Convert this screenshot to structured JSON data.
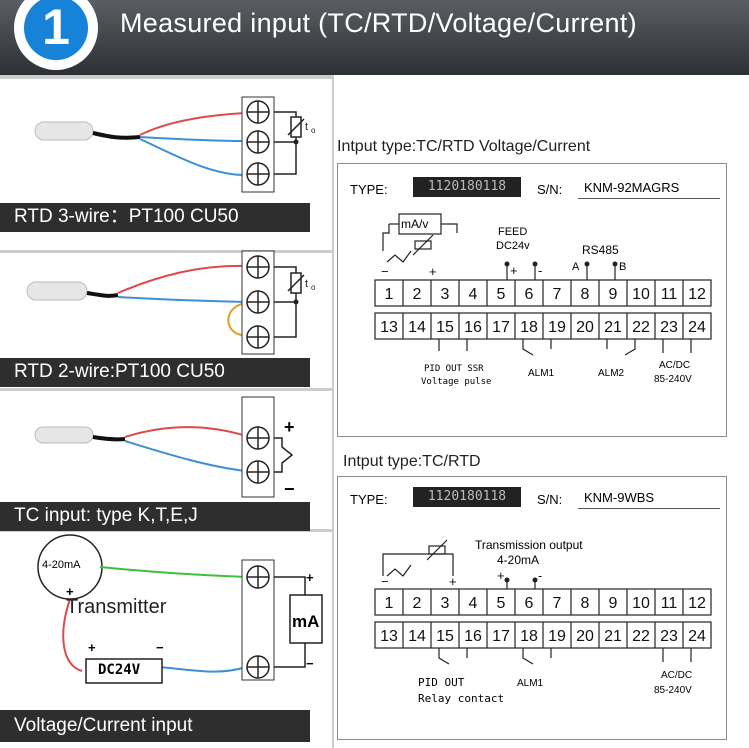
{
  "header": {
    "badge_number": "1",
    "title": "Measured input (TC/RTD/Voltage/Current)"
  },
  "sections": {
    "rtd3": {
      "label": "RTD 3-wire：PT100 CU50",
      "sensor_symbol": "t0"
    },
    "rtd2": {
      "label": "RTD 2-wire:PT100 CU50",
      "sensor_symbol": "t0"
    },
    "tc": {
      "label": "TC input: type K,T,E,J",
      "plus": "+",
      "minus": "−"
    },
    "vc": {
      "label": "Voltage/Current input",
      "loop": "4-20mA",
      "transmitter": "Transmitter",
      "supply": "DC24V",
      "meter": "mA",
      "plus": "+",
      "minus": "−"
    }
  },
  "panel1": {
    "title": "Intput type:TC/RTD Voltage/Current",
    "type_label": "TYPE:",
    "type_value": "1120180118",
    "sn_label": "S/N:",
    "model": "KNM-92MAGRS",
    "ma_v": "mA/v",
    "feed": "FEED",
    "dc24v": "DC24v",
    "rs485": "RS485",
    "a": "A",
    "b": "B",
    "top_terminals": [
      "1",
      "2",
      "3",
      "4",
      "5",
      "6",
      "7",
      "8",
      "9",
      "10",
      "11",
      "12"
    ],
    "bottom_terminals": [
      "13",
      "14",
      "15",
      "16",
      "17",
      "18",
      "19",
      "20",
      "21",
      "22",
      "23",
      "24"
    ],
    "pid_out": "PID OUT SSR",
    "voltage_pulse": "Voltage pulse",
    "alm1": "ALM1",
    "alm2": "ALM2",
    "acdc": "AC/DC",
    "power": "85-240V"
  },
  "panel2": {
    "title": "Intput type:TC/RTD",
    "type_label": "TYPE:",
    "type_value": "1120180118",
    "sn_label": "S/N:",
    "model": "KNM-9WBS",
    "transmission": "Transmission output",
    "ma_range": "4-20mA",
    "top_terminals": [
      "1",
      "2",
      "3",
      "4",
      "5",
      "6",
      "7",
      "8",
      "9",
      "10",
      "11",
      "12"
    ],
    "bottom_terminals": [
      "13",
      "14",
      "15",
      "16",
      "17",
      "18",
      "19",
      "20",
      "21",
      "22",
      "23",
      "24"
    ],
    "pid_out": "PID OUT",
    "relay_contact": "Relay contact",
    "alm1": "ALM1",
    "acdc": "AC/DC",
    "power": "85-240V"
  },
  "colors": {
    "banner": "#3f4246",
    "badge": "#1682d8",
    "wire_red": "#e0484a",
    "wire_blue": "#3c8fd8",
    "wire_green": "#3cc03c",
    "wire_yellow": "#e0a020"
  }
}
